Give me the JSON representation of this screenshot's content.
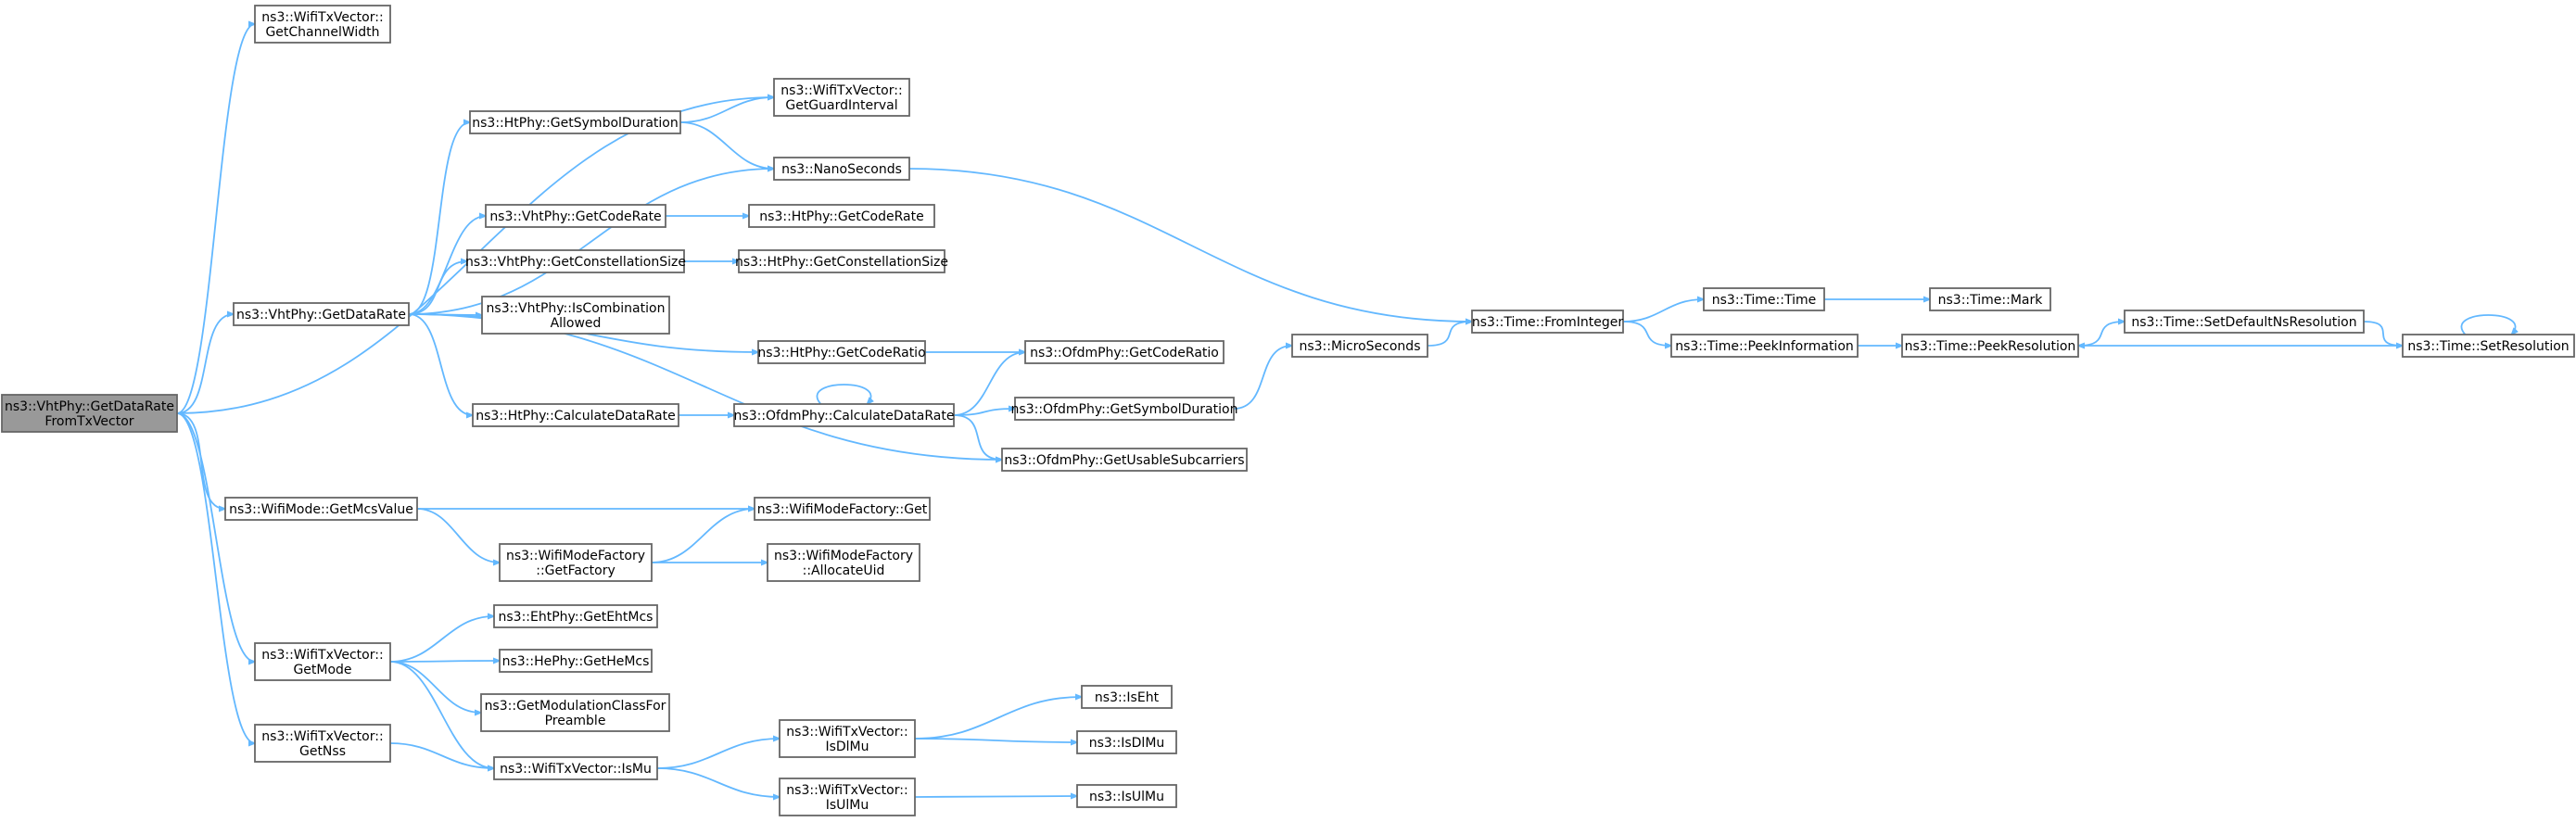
{
  "colors": {
    "edge": "#63b8ff",
    "node_border": "#666666",
    "root_fill": "#999999",
    "node_fill": "#ffffff"
  },
  "nodes": {
    "root": [
      "ns3::VhtPhy::GetDataRate",
      "FromTxVector"
    ],
    "wtv_getchannelwidth": [
      "ns3::WifiTxVector::",
      "GetChannelWidth"
    ],
    "wtv_getguardinterval": [
      "ns3::WifiTxVector::",
      "GetGuardInterval"
    ],
    "htphy_getsymbolduration": [
      "ns3::HtPhy::GetSymbolDuration"
    ],
    "nanoseconds": [
      "ns3::NanoSeconds"
    ],
    "vhtphy_getcoderate": [
      "ns3::VhtPhy::GetCodeRate"
    ],
    "htphy_getcoderate": [
      "ns3::HtPhy::GetCodeRate"
    ],
    "vhtphy_getconstellationsize": [
      "ns3::VhtPhy::GetConstellationSize"
    ],
    "htphy_getconstellationsize": [
      "ns3::HtPhy::GetConstellationSize"
    ],
    "vhtphy_getdatarate": [
      "ns3::VhtPhy::GetDataRate"
    ],
    "vhtphy_iscombinationallowed": [
      "ns3::VhtPhy::IsCombination",
      "Allowed"
    ],
    "htphy_getcoderatio": [
      "ns3::HtPhy::GetCodeRatio"
    ],
    "ofdmphy_getcoderatio": [
      "ns3::OfdmPhy::GetCodeRatio"
    ],
    "htphy_calculatedatarate": [
      "ns3::HtPhy::CalculateDataRate"
    ],
    "ofdmphy_calculatedatarate": [
      "ns3::OfdmPhy::CalculateDataRate"
    ],
    "ofdmphy_getsymbolduration": [
      "ns3::OfdmPhy::GetSymbolDuration"
    ],
    "ofdmphy_getusablesubcarriers": [
      "ns3::OfdmPhy::GetUsableSubcarriers"
    ],
    "microseconds": [
      "ns3::MicroSeconds"
    ],
    "time_frominteger": [
      "ns3::Time::FromInteger"
    ],
    "time_time": [
      "ns3::Time::Time"
    ],
    "time_mark": [
      "ns3::Time::Mark"
    ],
    "time_peekinformation": [
      "ns3::Time::PeekInformation"
    ],
    "time_peekresolution": [
      "ns3::Time::PeekResolution"
    ],
    "time_setdefaultnsresolution": [
      "ns3::Time::SetDefaultNsResolution"
    ],
    "time_setresolution": [
      "ns3::Time::SetResolution"
    ],
    "wifimode_getmcsvalue": [
      "ns3::WifiMode::GetMcsValue"
    ],
    "wifimodefactory_get": [
      "ns3::WifiModeFactory::Get"
    ],
    "wifimodefactory_getfactory": [
      "ns3::WifiModeFactory",
      "::GetFactory"
    ],
    "wifimodefactory_allocateuid": [
      "ns3::WifiModeFactory",
      "::AllocateUid"
    ],
    "ehtphy_getehtmcs": [
      "ns3::EhtPhy::GetEhtMcs"
    ],
    "wtv_getmode": [
      "ns3::WifiTxVector::",
      "GetMode"
    ],
    "hephy_gethemcs": [
      "ns3::HePhy::GetHeMcs"
    ],
    "getmodulationclassforpreamble": [
      "ns3::GetModulationClassFor",
      "Preamble"
    ],
    "wtv_getnss": [
      "ns3::WifiTxVector::",
      "GetNss"
    ],
    "wtv_ismu": [
      "ns3::WifiTxVector::IsMu"
    ],
    "wtv_isdlmu": [
      "ns3::WifiTxVector::",
      "IsDlMu"
    ],
    "iseht": [
      "ns3::IsEht"
    ],
    "isdlmu": [
      "ns3::IsDlMu"
    ],
    "wtv_isulmu": [
      "ns3::WifiTxVector::",
      "IsUlMu"
    ],
    "isulmu": [
      "ns3::IsUlMu"
    ]
  }
}
